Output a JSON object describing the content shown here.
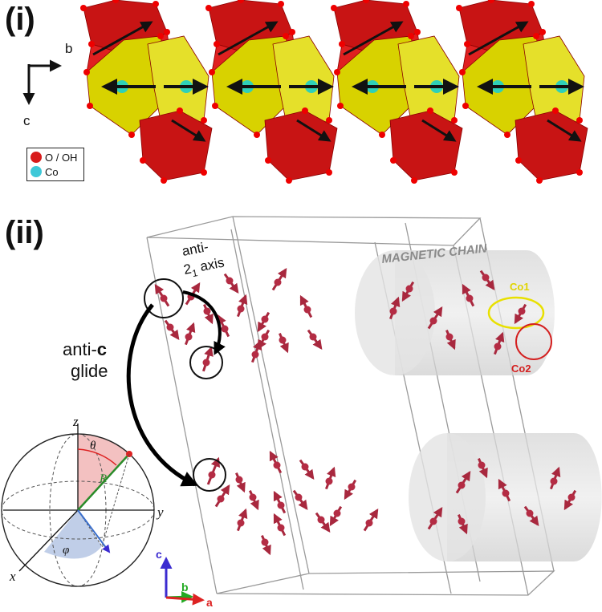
{
  "panel_i": {
    "label": "(i)",
    "axes": {
      "b": "b",
      "c": "c"
    },
    "legend": [
      {
        "label": "O / OH",
        "color": "#d81b1b"
      },
      {
        "label": "Co",
        "color": "#3ec8d8"
      }
    ]
  },
  "panel_ii": {
    "label": "(ii)",
    "anti_21_axis": {
      "line1": "anti-",
      "line2_main": "2",
      "line2_sub": "1",
      "line2_rest": " axis"
    },
    "anti_c_glide": {
      "line1_prefix": "anti-",
      "line1_bold": "c",
      "line2": "glide"
    },
    "magnetic_chain": "MAGNETIC CHAIN",
    "co1": {
      "label": "Co1",
      "color": "#e8e000"
    },
    "co2": {
      "label": "Co2",
      "color": "#d42020"
    },
    "cell_axes": {
      "a": "a",
      "b": "b",
      "c": "c"
    },
    "sphere": {
      "z": "z",
      "y": "y",
      "x": "x",
      "theta": "θ",
      "phi": "φ",
      "r": "R"
    }
  }
}
